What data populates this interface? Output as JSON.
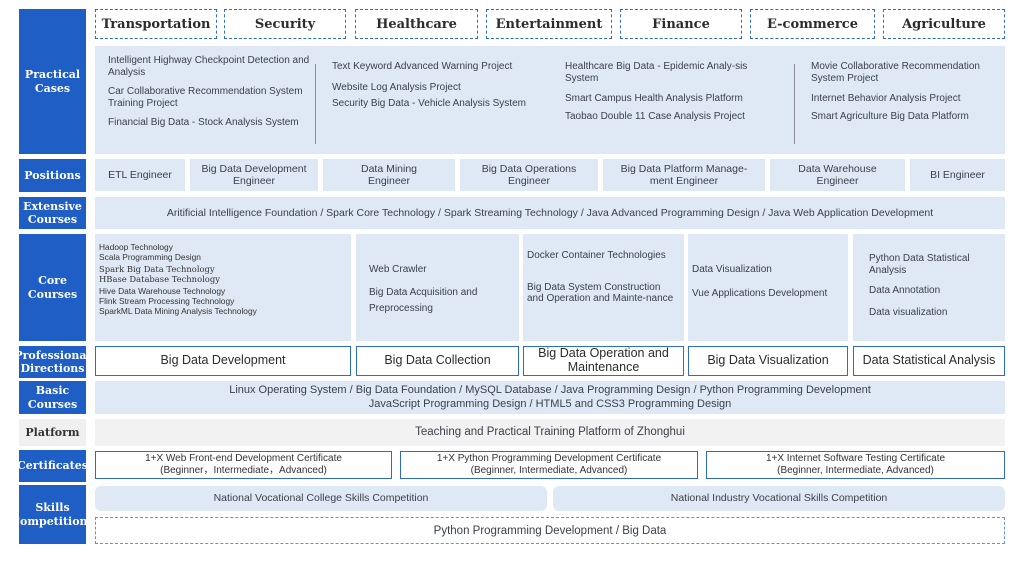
{
  "industries": [
    "Transportation",
    "Security",
    "Healthcare",
    "Entertainment",
    "Finance",
    "E-commerce",
    "Agriculture"
  ],
  "rows": {
    "practical_cases": "Practical Cases",
    "positions": "Positions",
    "extensive_courses": "Extensive Courses",
    "core_courses": "Core Courses",
    "professional_directions": "Professional Directions",
    "basic_courses": "Basic Courses",
    "platform": "Platform",
    "certificates": "Certificates",
    "skills_competitions": "Skills Competitions"
  },
  "practical_cases": {
    "col1": [
      "Intelligent Highway Checkpoint Detection and Analysis",
      "Car Collaborative Recommendation System Training Project",
      "Financial Big Data - Stock Analysis System"
    ],
    "col2": [
      "Text Keyword Advanced Warning Project",
      "Website Log Analysis Project",
      "Security Big Data - Vehicle Analysis System"
    ],
    "col3": [
      "Healthcare Big Data - Epidemic Analy-sis System",
      "Smart Campus Health Analysis Platform",
      "Taobao Double 11 Case Analysis Project"
    ],
    "col4": [
      "Movie Collaborative Recommendation System Project",
      "Internet Behavior Analysis Project",
      "Smart Agriculture Big Data Platform"
    ]
  },
  "positions": [
    "ETL Engineer",
    "Big Data Development Engineer",
    "Data Mining Engineer",
    "Big Data Operations Engineer",
    "Big Data Platform Manage-ment Engineer",
    "Data Warehouse Engineer",
    "BI Engineer"
  ],
  "extensive_courses": "Aritificial Intelligence Foundation / Spark Core Technology / Spark Streaming Technology / Java Advanced Programming Design / Java Web Application Development",
  "core_courses": {
    "col1": [
      "Hadoop Technology",
      "Scala Programming Design",
      "Spark Big Data Technology",
      "HBase Database Technology",
      "Hive Data Warehouse Technology",
      "Flink Stream Processing Technology",
      "SparkML Data Mining Analysis Technology"
    ],
    "col2": [
      "Web Crawler",
      "Big Data Acquisition and Preprocessing"
    ],
    "col3": [
      "Docker Container Technologies",
      "Big Data System Construction and Operation and Mainte-nance"
    ],
    "col4": [
      "Data Visualization",
      "Vue Applications Development"
    ],
    "col5": [
      "Python Data Statistical Analysis",
      "Data Annotation",
      "Data visualization"
    ]
  },
  "professional_directions": [
    "Big Data Development",
    "Big Data Collection",
    "Big Data Operation and Maintenance",
    "Big Data Visualization",
    "Data Statistical Analysis"
  ],
  "basic_courses": {
    "line1": "Linux Operating System / Big Data Foundation / MySQL Database / Java Programming Design / Python Programming Development",
    "line2": "JavaScript Programming Design / HTML5 and CSS3 Programming Design"
  },
  "platform": "Teaching and Practical Training Platform of Zhonghui",
  "certificates": [
    {
      "line1": "1+X Web Front-end Development Certificate",
      "line2": "(Beginner，Intermediate，Advanced)"
    },
    {
      "line1": "1+X Python Programming Development Certificate",
      "line2": "(Beginner, Intermediate, Advanced)"
    },
    {
      "line1": "1+X Internet Software Testing Certificate",
      "line2": "(Beginner, Intermediate, Advanced)"
    }
  ],
  "competitions": [
    "National Vocational College Skills Competition",
    "National Industry Vocational Skills Competition"
  ],
  "competition_track": "Python Programming Development / Big Data",
  "colors": {
    "label_blue": "#1f5ec4",
    "panel": "#dfe9f6",
    "border": "#2f6bc8"
  }
}
